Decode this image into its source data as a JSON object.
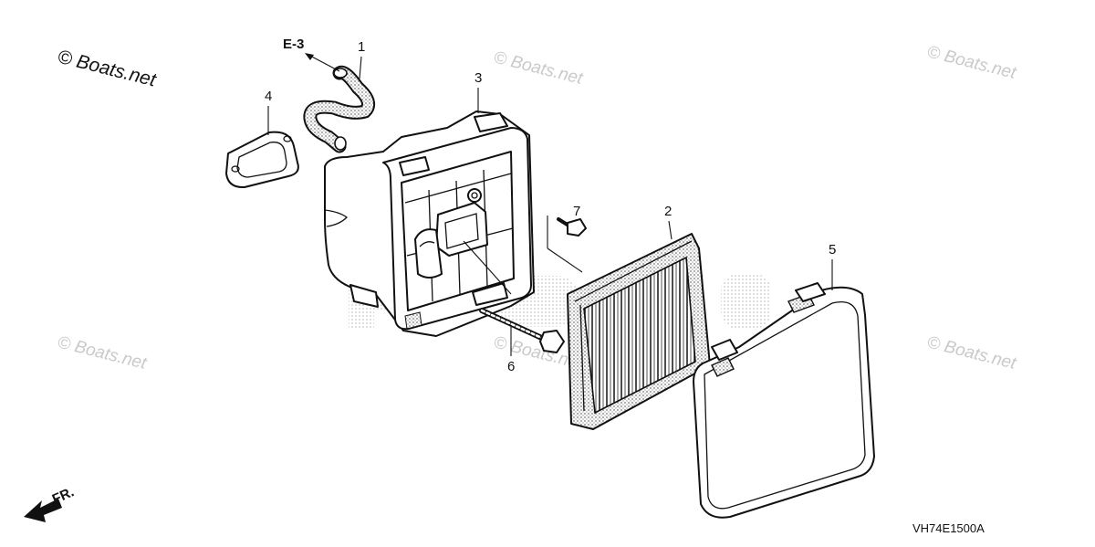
{
  "copyright": "© Boats.net",
  "watermark": "© Boats.net",
  "reference": "E-3",
  "direction_label": "FR.",
  "diagram_code": "VH74E1500A",
  "callouts": [
    "1",
    "2",
    "3",
    "4",
    "5",
    "6",
    "7"
  ]
}
